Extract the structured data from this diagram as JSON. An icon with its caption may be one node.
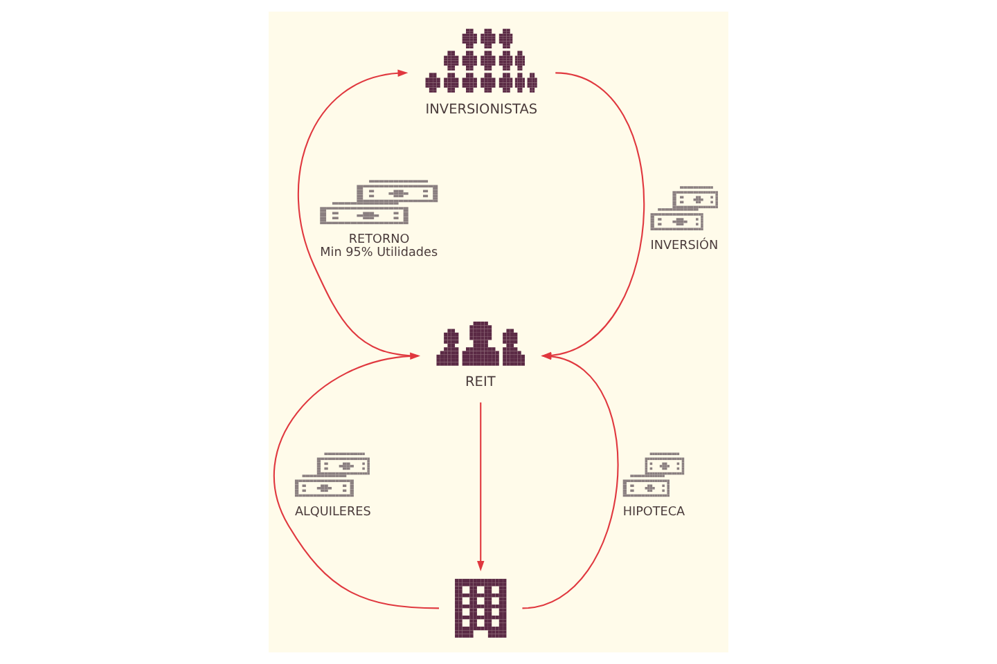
{
  "diagram": {
    "nodes": [
      {
        "text": [
          "INVERSIONISTAS"
        ]
      },
      {
        "text": [
          "REIT"
        ]
      },
      {
        "text": [],
        "shape": "picture"
      }
    ],
    "edges": [
      {
        "from": 1,
        "to": 0,
        "arrow": "to",
        "label": "RETORNO Min 95% Utilidades"
      },
      {
        "from": 0,
        "to": 1,
        "arrow": "to",
        "label": "INVERSIÓN"
      },
      {
        "from": 2,
        "to": 1,
        "arrow": "to",
        "label": "ALQUILERES"
      },
      {
        "from": 1,
        "to": 2,
        "arrow": "to"
      },
      {
        "from": 2,
        "to": 1,
        "arrow": "to",
        "label": "HIPOTECA"
      }
    ]
  }
}
